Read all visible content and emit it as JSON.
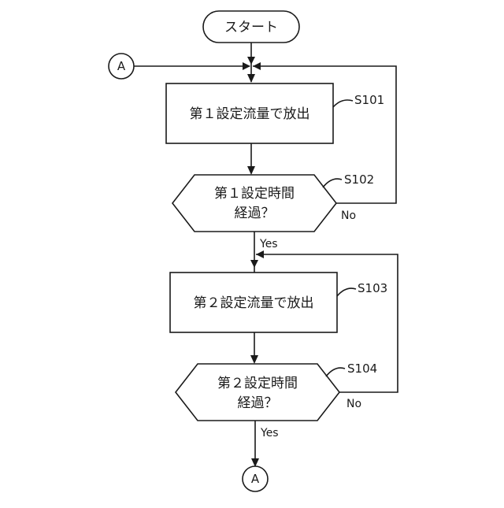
{
  "nodes": {
    "start": {
      "label": "スタート"
    },
    "s101": {
      "line1": "第１設定流量で放出",
      "step": "S101"
    },
    "s102": {
      "line1": "第１設定時間",
      "line2": "経過？",
      "step": "S102",
      "no": "No",
      "yes": "Yes"
    },
    "s103": {
      "line1": "第２設定流量で放出",
      "step": "S103"
    },
    "s104": {
      "line1": "第２設定時間",
      "line2": "経過？",
      "step": "S104",
      "no": "No",
      "yes": "Yes"
    }
  },
  "connectors": {
    "top": "A",
    "bottom": "A"
  }
}
